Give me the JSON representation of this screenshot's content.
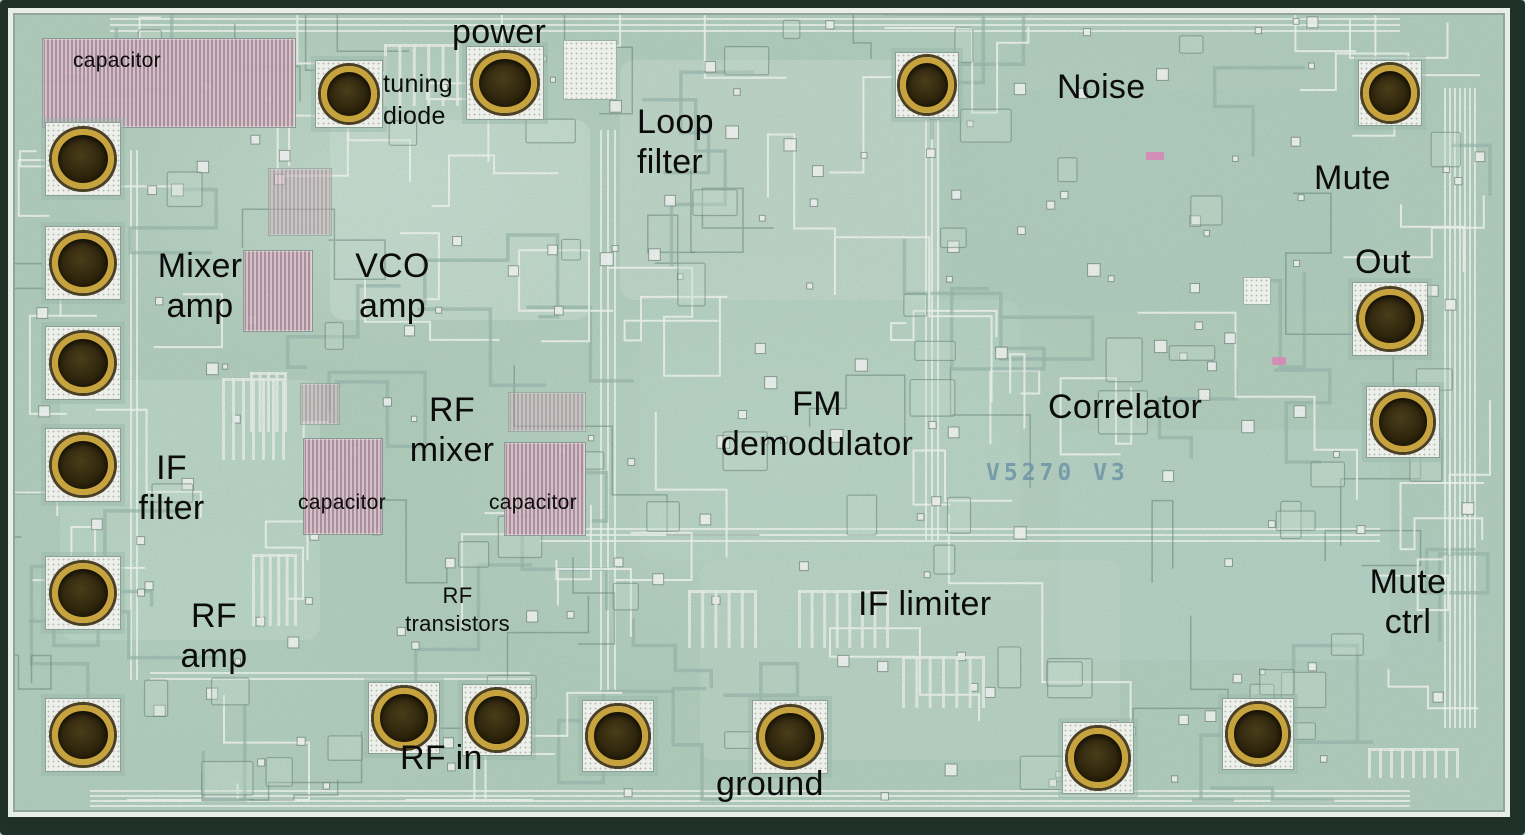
{
  "meta": {
    "description": "Annotated integrated-circuit die photograph",
    "chip_marking": "V5270 V3"
  },
  "annotations": {
    "capacitor_top": "capacitor",
    "power": "power",
    "tuning_diode": "tuning\ndiode",
    "loop_filter": "Loop\nfilter",
    "noise": "Noise",
    "mute": "Mute",
    "out": "Out",
    "mixer_amp": "Mixer\namp",
    "vco_amp": "VCO\namp",
    "rf_mixer": "RF\nmixer",
    "if_filter": "IF\nfilter",
    "capacitor_left": "capacitor",
    "capacitor_right": "capacitor",
    "fm_demodulator": "FM\ndemodulator",
    "correlator": "Correlator",
    "if_limiter": "IF limiter",
    "rf_amp": "RF\namp",
    "rf_transistors": "RF\ntransistors",
    "rf_in": "RF in",
    "ground": "ground",
    "mute_ctrl": "Mute\nctrl",
    "chip_marking": "V5270 V3"
  },
  "colors": {
    "die_green": "#b4d0bf",
    "capacitor_pink": "#c9a9b3",
    "pad_white": "#edefea",
    "bond_gold": "#c7a33e",
    "bond_center": "#2e250d",
    "border_dark": "#1f3129",
    "seal_ring": "#e9ede7",
    "label_black": "#0c0c0c",
    "marking_blue": "#6e94a6"
  }
}
